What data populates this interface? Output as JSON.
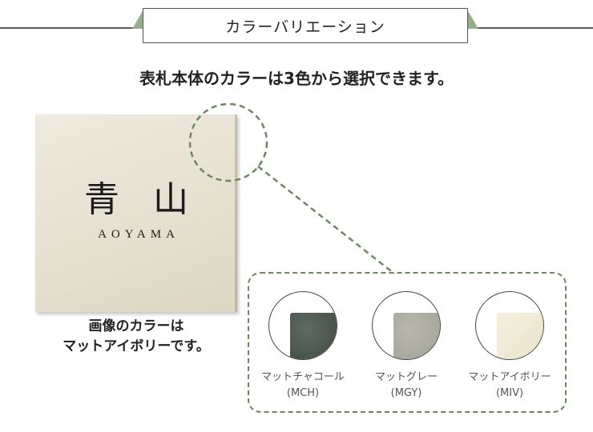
{
  "header": {
    "title": "カラーバリエーション"
  },
  "subtitle": "表札本体のカラーは3色から選択できます。",
  "plate": {
    "kanji": "青山",
    "roman": "AOYAMA"
  },
  "caption": {
    "line1": "画像のカラーは",
    "line2": "マットアイボリーです。"
  },
  "swatches": [
    {
      "name": "マットチャコール",
      "code": "(MCH)",
      "color": "#414d45"
    },
    {
      "name": "マットグレー",
      "code": "(MGY)",
      "color": "#a4a398"
    },
    {
      "name": "マットアイボリー",
      "code": "(MIV)",
      "color": "#ece5cf"
    }
  ],
  "colors": {
    "accent_green": "#6a8a5d",
    "ribbon_green": "#93b08a"
  }
}
